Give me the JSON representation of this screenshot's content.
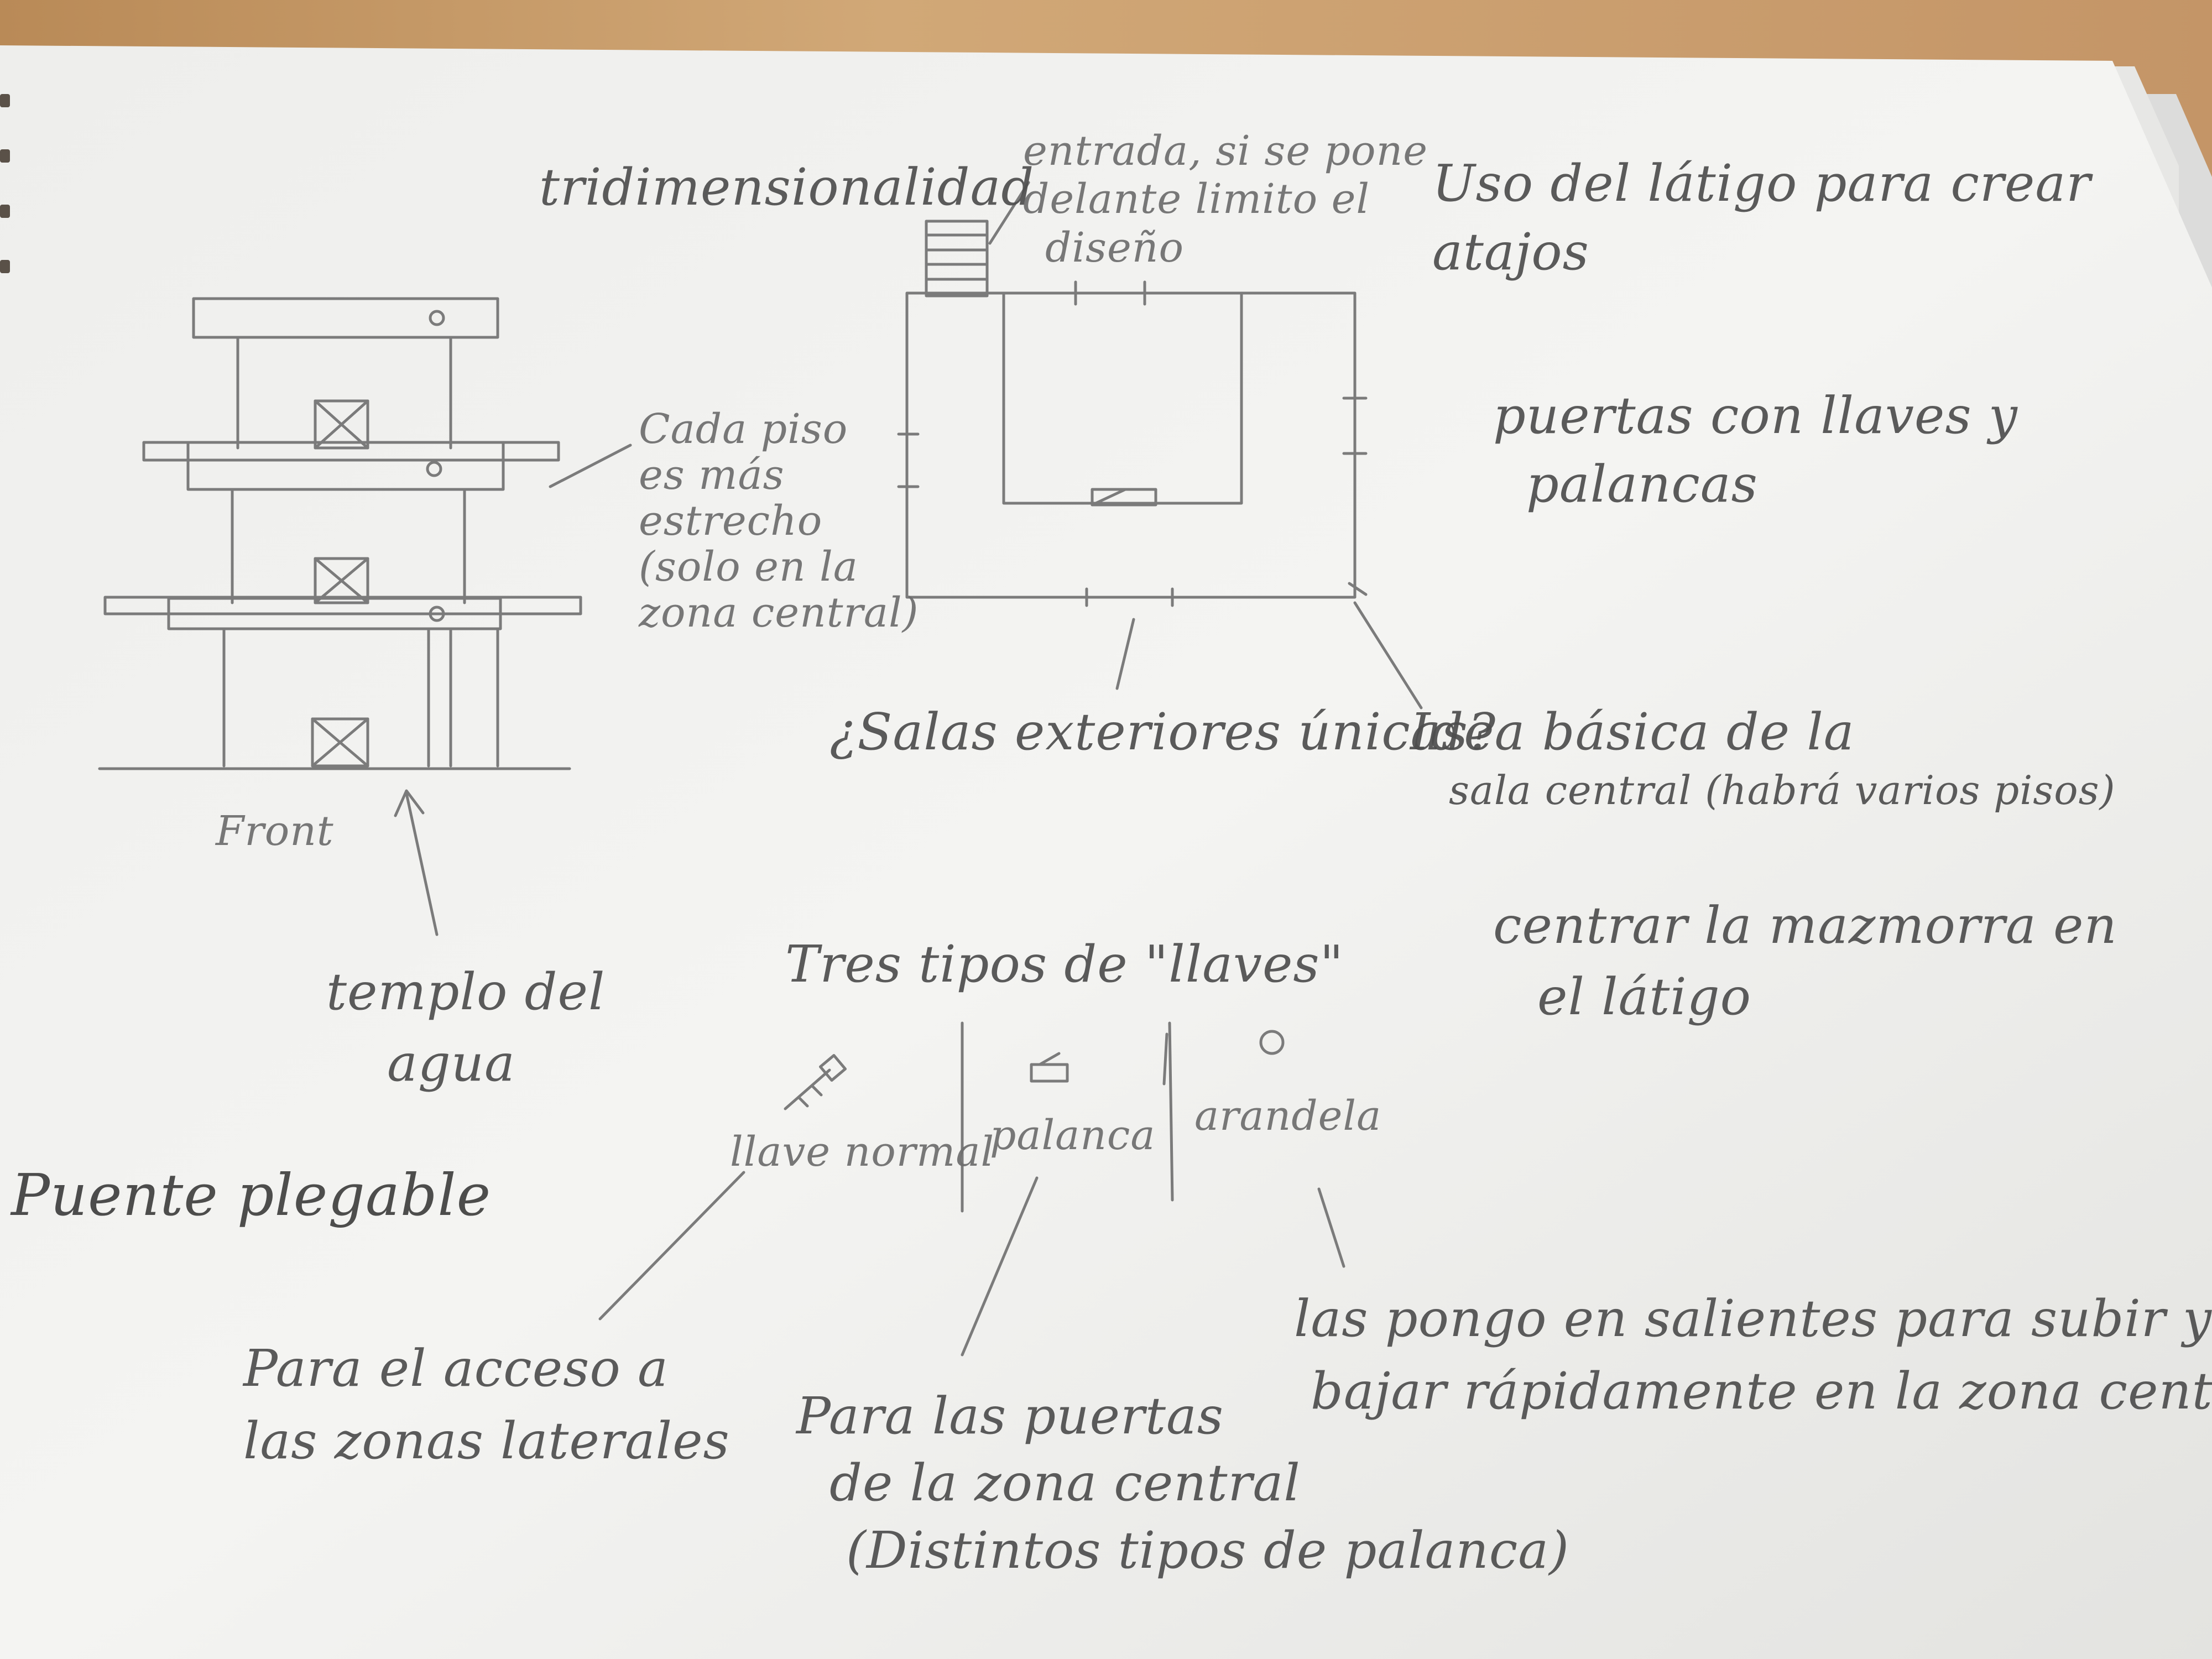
{
  "notes": {
    "tridimensionalidad": "tridimensionalidad",
    "entrada": [
      "entrada, si se pone",
      "delante limito el",
      "diseño"
    ],
    "uso_latigo": [
      "Uso del látigo para crear",
      "atajos"
    ],
    "cada_piso": [
      "Cada piso",
      "es más",
      "estrecho",
      "(solo en la",
      "zona central)"
    ],
    "puertas": [
      "puertas con llaves y",
      "palancas"
    ],
    "front": "Front",
    "salas": "¿Salas exteriores únicas?",
    "idea": [
      "Idea básica de la",
      "sala central (habrá varios pisos)"
    ],
    "centrar": [
      "centrar la mazmorra en",
      "el látigo"
    ],
    "templo": [
      "templo del",
      "agua"
    ],
    "tres_tipos": "Tres tipos de \"llaves\"",
    "llave_normal": "llave normal",
    "palanca": "palanca",
    "arandela": "arandela",
    "puente": "Puente plegable",
    "para_acceso": [
      "Para el acceso a",
      "las zonas laterales"
    ],
    "para_puertas": [
      "Para las puertas",
      "de la zona central",
      "(Distintos tipos de palanca)"
    ],
    "las_pongo": [
      "las pongo en salientes para subir y",
      "bajar rápidamente en la zona central"
    ]
  }
}
